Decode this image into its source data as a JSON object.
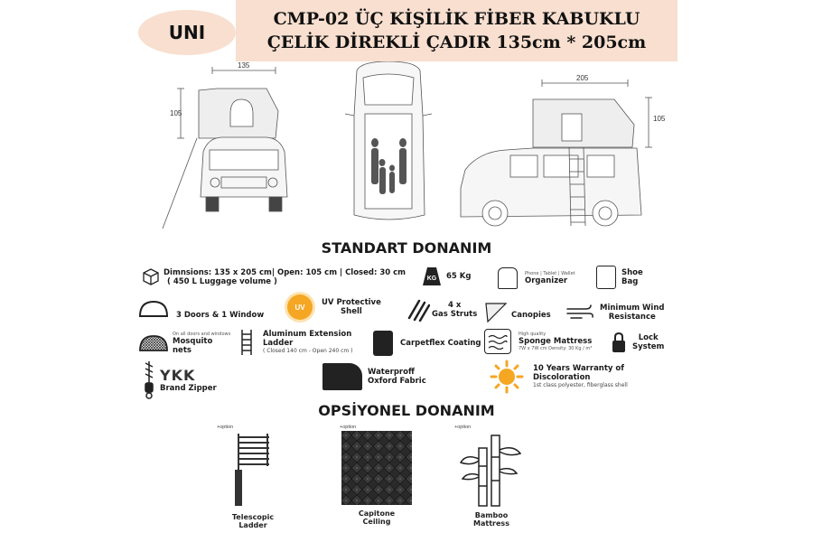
{
  "header": {
    "brand": "UNI",
    "title_line1": "CMP-02 ÜÇ KİŞİLİK FİBER KABUKLU",
    "title_line2": "ÇELİK DİREKLİ ÇADIR 135cm * 205cm"
  },
  "drawings": {
    "front_width": "135",
    "front_height": "105",
    "side_length": "205",
    "side_height": "105"
  },
  "standard": {
    "title": "STANDART DONANIM",
    "features": {
      "dimensions_1": "Dimnsions: 135 x 205 cm| Open: 105 cm | Closed: 30 cm",
      "dimensions_2": "( 450 L Luggage volume  )",
      "weight": "65 Kg",
      "weight_badge": "KG",
      "organizer_small": "Phone | Tablet | Wallet",
      "organizer": "Organizer",
      "shoe_bag_1": "Shoe",
      "shoe_bag_2": "Bag",
      "doors": "3 Doors & 1 Window",
      "uv_badge": "UV",
      "uv_1": "UV Protective",
      "uv_2": "Shell",
      "struts_1": "4 x",
      "struts_2": "Gas Struts",
      "canopies": "Canopies",
      "wind_1": "Minimum Wind",
      "wind_2": "Resistance",
      "mosquito_small": "On all doors and windows",
      "mosquito_1": "Mosquito",
      "mosquito_2": "nets",
      "ladder_1": "Aluminum Extension",
      "ladder_2": "Ladder",
      "ladder_3": "( Closed 140 cm - Open 240 cm )",
      "carpet": "Carpetflex Coating",
      "sponge_small": "High quality",
      "sponge": "Sponge Mattress",
      "sponge_spec": "7W x 7W cm Density: 30 Kg / m³",
      "lock_1": "Lock",
      "lock_2": "System",
      "ykk": "YKK",
      "ykk_label": "Brand Zipper",
      "oxford_1": "Waterproff",
      "oxford_2": "Oxford Fabric",
      "warranty_1": "10 Years Warranty of",
      "warranty_2": "Discoloration",
      "warranty_3": "1st class polyester, fiberglass shell"
    }
  },
  "optional": {
    "title": "OPSİYONEL DONANIM",
    "items": [
      {
        "tag": "+option",
        "label_1": "Telescopic",
        "label_2": "Ladder"
      },
      {
        "tag": "+option",
        "label_1": "Capitone",
        "label_2": "Ceiling"
      },
      {
        "tag": "+option",
        "label_1": "Bamboo",
        "label_2": "Mattress"
      }
    ]
  }
}
